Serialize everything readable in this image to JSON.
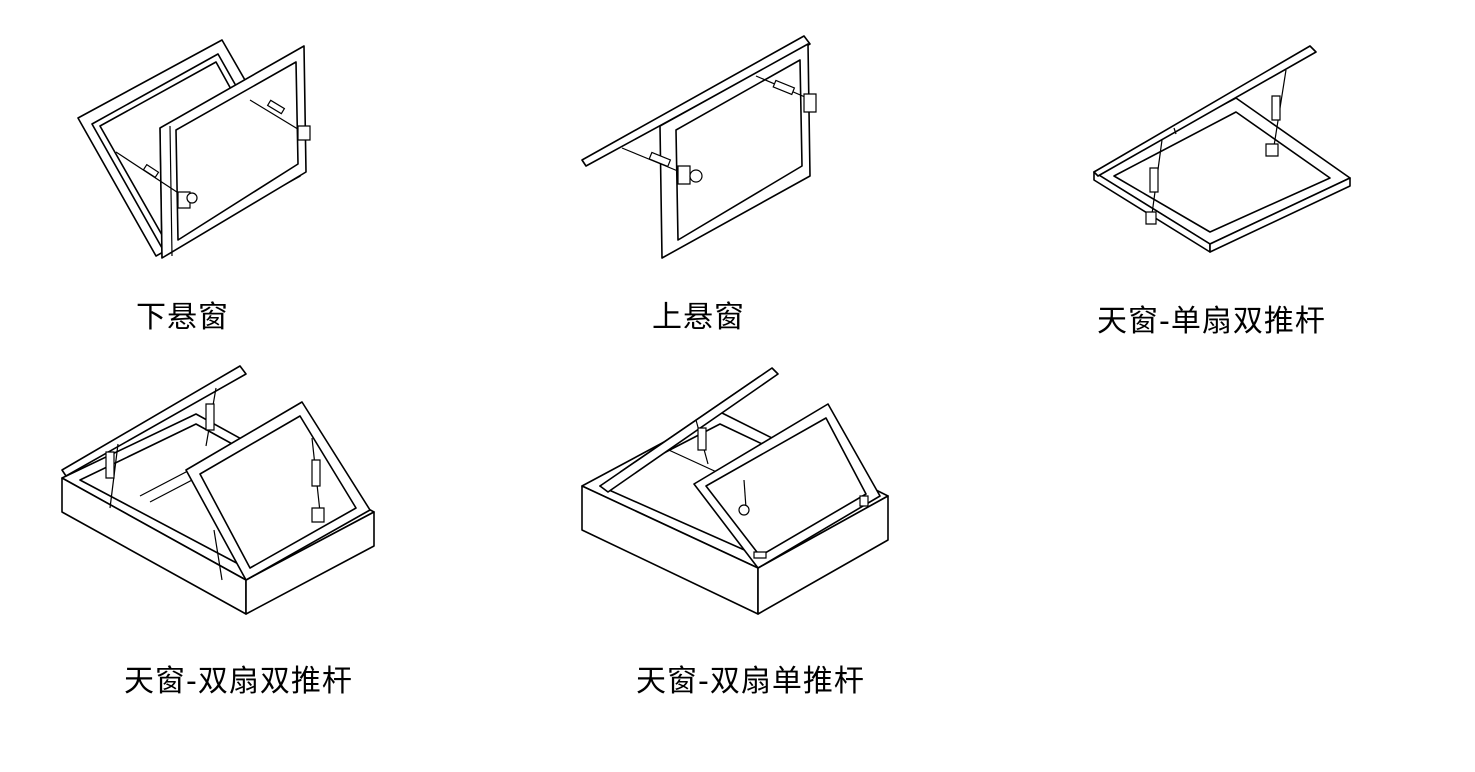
{
  "items": [
    {
      "label": "下悬窗"
    },
    {
      "label": "上悬窗"
    },
    {
      "label": "天窗-单扇双推杆"
    },
    {
      "label": "天窗-双扇双推杆"
    },
    {
      "label": "天窗-双扇单推杆"
    }
  ]
}
